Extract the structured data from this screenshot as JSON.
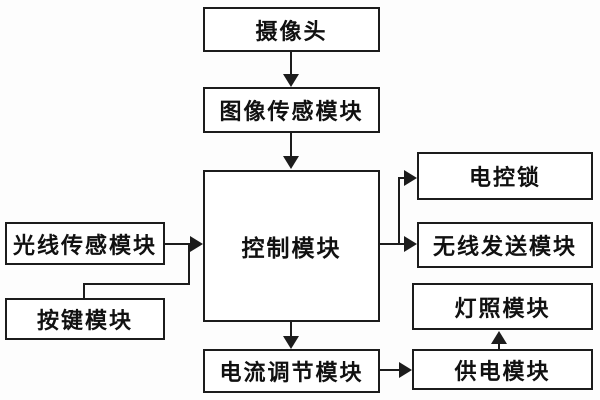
{
  "diagram": {
    "type": "flowchart",
    "background_color": "#fdfdfd",
    "line_color": "#1c1c1c",
    "box_fill_color": "#ffffff",
    "text_color": "#111111",
    "nodes": [
      {
        "id": "camera",
        "label": "摄像头"
      },
      {
        "id": "image-sensor",
        "label": "图像传感模块"
      },
      {
        "id": "control",
        "label": "控制模块"
      },
      {
        "id": "light-sensor",
        "label": "光线传感模块"
      },
      {
        "id": "button",
        "label": "按键模块"
      },
      {
        "id": "electric-lock",
        "label": "电控锁"
      },
      {
        "id": "wireless-sender",
        "label": "无线发送模块"
      },
      {
        "id": "lighting",
        "label": "灯照模块"
      },
      {
        "id": "power-supply",
        "label": "供电模块"
      },
      {
        "id": "current-regulator",
        "label": "电流调节模块"
      }
    ],
    "edges": [
      {
        "from": "camera",
        "to": "image-sensor",
        "style": "arrow-down"
      },
      {
        "from": "image-sensor",
        "to": "control",
        "style": "arrow-down"
      },
      {
        "from": "light-sensor",
        "to": "control",
        "style": "arrow-right"
      },
      {
        "from": "button",
        "to": "control",
        "style": "elbow-merge-into-light-sensor-arrow"
      },
      {
        "from": "control",
        "to": "electric-lock",
        "style": "elbow-up-arrow-right"
      },
      {
        "from": "control",
        "to": "wireless-sender",
        "style": "arrow-right"
      },
      {
        "from": "control",
        "to": "current-regulator",
        "style": "arrow-down"
      },
      {
        "from": "current-regulator",
        "to": "power-supply",
        "style": "arrow-right"
      },
      {
        "from": "power-supply",
        "to": "lighting",
        "style": "arrow-up"
      }
    ]
  }
}
